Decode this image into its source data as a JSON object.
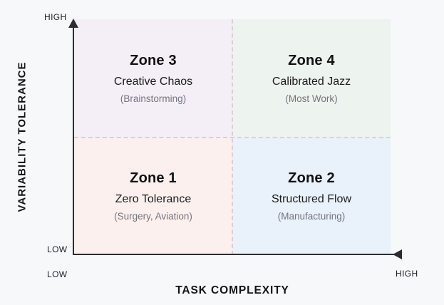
{
  "diagram": {
    "type": "quadrant-matrix",
    "axes": {
      "x": {
        "title": "TASK COMPLEXITY",
        "low_label": "LOW",
        "high_label": "HIGH"
      },
      "y": {
        "title": "VARIABILITY TOLERANCE",
        "low_label": "LOW",
        "high_label": "HIGH"
      }
    },
    "zones": [
      {
        "title": "Zone 3",
        "subtitle": "Creative Chaos",
        "example": "(Brainstorming)",
        "position": "top-left",
        "x": "low",
        "y": "high",
        "color": "#f4eef7"
      },
      {
        "title": "Zone 4",
        "subtitle": "Calibrated Jazz",
        "example": "(Most Work)",
        "position": "top-right",
        "x": "high",
        "y": "high",
        "color": "#edf3ee"
      },
      {
        "title": "Zone 1",
        "subtitle": "Zero Tolerance",
        "example": "(Surgery, Aviation)",
        "position": "bottom-left",
        "x": "low",
        "y": "low",
        "color": "#fcf0ee"
      },
      {
        "title": "Zone 2",
        "subtitle": "Structured Flow",
        "example": "(Manufacturing)",
        "position": "bottom-right",
        "x": "high",
        "y": "low",
        "color": "#e9f1fa"
      }
    ],
    "icons": {
      "y_axis_arrow": "arrow-up-triangle",
      "x_axis_arrow": "left-facing-triangle-at-right-end"
    },
    "colors": {
      "background": "#f7f8fa",
      "axis": "#2d2d30",
      "dashed_divider": "#d7d2d7",
      "zone_title_text": "#111114",
      "zone_subtitle_text": "#1b1b1f",
      "zone_example_text": "#74747c"
    }
  }
}
